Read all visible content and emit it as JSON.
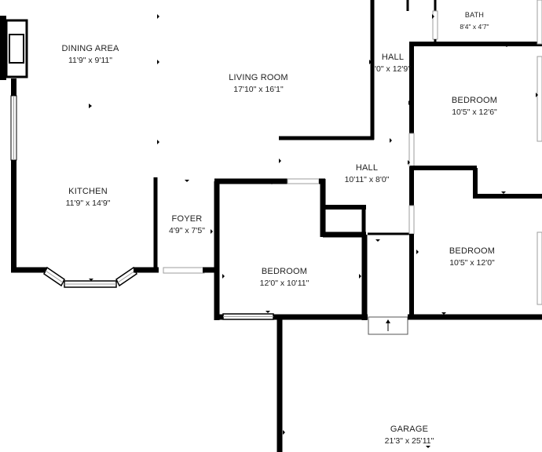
{
  "rooms": {
    "dining_area": {
      "name": "DINING AREA",
      "dim": "11'9\" x 9'11\""
    },
    "living_room": {
      "name": "LIVING ROOM",
      "dim": "17'10\" x 16'1\""
    },
    "kitchen": {
      "name": "KITCHEN",
      "dim": "11'9\" x 14'9\""
    },
    "foyer": {
      "name": "FOYER",
      "dim": "4'9\" x 7'5\""
    },
    "bedroom_center": {
      "name": "BEDROOM",
      "dim": "12'0\" x 10'11\""
    },
    "hall_upper": {
      "name": "HALL",
      "dim": "'0\" x 12'9\""
    },
    "hall_lower": {
      "name": "HALL",
      "dim": "10'11\" x 8'0\""
    },
    "bath": {
      "name": "BATH",
      "dim": "8'4\" x 4'7\""
    },
    "bedroom_upper_right": {
      "name": "BEDROOM",
      "dim": "10'5\" x 12'6\""
    },
    "bedroom_lower_right": {
      "name": "BEDROOM",
      "dim": "10'5\" x 12'0\""
    },
    "garage": {
      "name": "GARAGE",
      "dim": "21'3\" x 25'11\""
    }
  },
  "colors": {
    "wall": "#000000",
    "window": "#bdbdbd",
    "background": "#ffffff",
    "text": "#222222"
  }
}
